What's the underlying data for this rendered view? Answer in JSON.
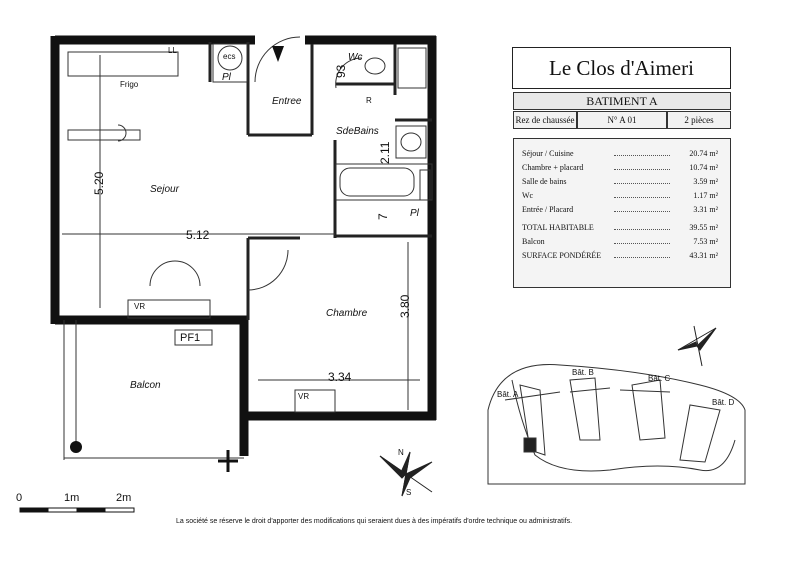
{
  "title": "Le Clos d'Aimeri",
  "building": "BATIMENT A",
  "level": "Rez de chaussée",
  "apartment": "N° A 01",
  "rooms": "2 pièces",
  "surfaces": [
    {
      "label": "Séjour / Cuisine",
      "value": "20.74 m²"
    },
    {
      "label": "Chambre + placard",
      "value": "10.74 m²"
    },
    {
      "label": "Salle de bains",
      "value": "3.59 m²"
    },
    {
      "label": "Wc",
      "value": "1.17 m²"
    },
    {
      "label": "Entrée / Placard",
      "value": "3.31 m²"
    }
  ],
  "total_label": "TOTAL HABITABLE",
  "total_value": "39.55 m²",
  "balcony_label": "Balcon",
  "balcony_value": "7.53 m²",
  "weighted_label": "SURFACE PONDÉRÉE",
  "weighted_value": "43.31 m²",
  "plan": {
    "frigo": "Frigo",
    "ll": "LL",
    "ecs": "ecs",
    "pl": "Pl",
    "wc": "Wc",
    "dim_93": "93",
    "entree": "Entree",
    "r": "R",
    "sdebains": "SdeBains",
    "dim_211": "2.11",
    "dim_7": "7",
    "pl2": "Pl",
    "sejour": "Sejour",
    "dim_520": "5.20",
    "dim_512": "5.12",
    "vr1": "VR",
    "vr2": "VR",
    "pf1": "PF1",
    "balcon": "Balcon",
    "chambre": "Chambre",
    "dim_380": "3.80",
    "dim_334": "3.34"
  },
  "site_map": {
    "bat_a": "Bât. A",
    "bat_b": "Bât. B",
    "bat_c": "Bât. C",
    "bat_d": "Bât. D"
  },
  "scale": {
    "s0": "0",
    "s1": "1m",
    "s2": "2m"
  },
  "compass_labels": {
    "n": "N",
    "s": "S"
  },
  "footnote": "La société se réserve le droit d'apporter des modifications qui seraient dues à des impératifs d'ordre technique ou administratifs."
}
